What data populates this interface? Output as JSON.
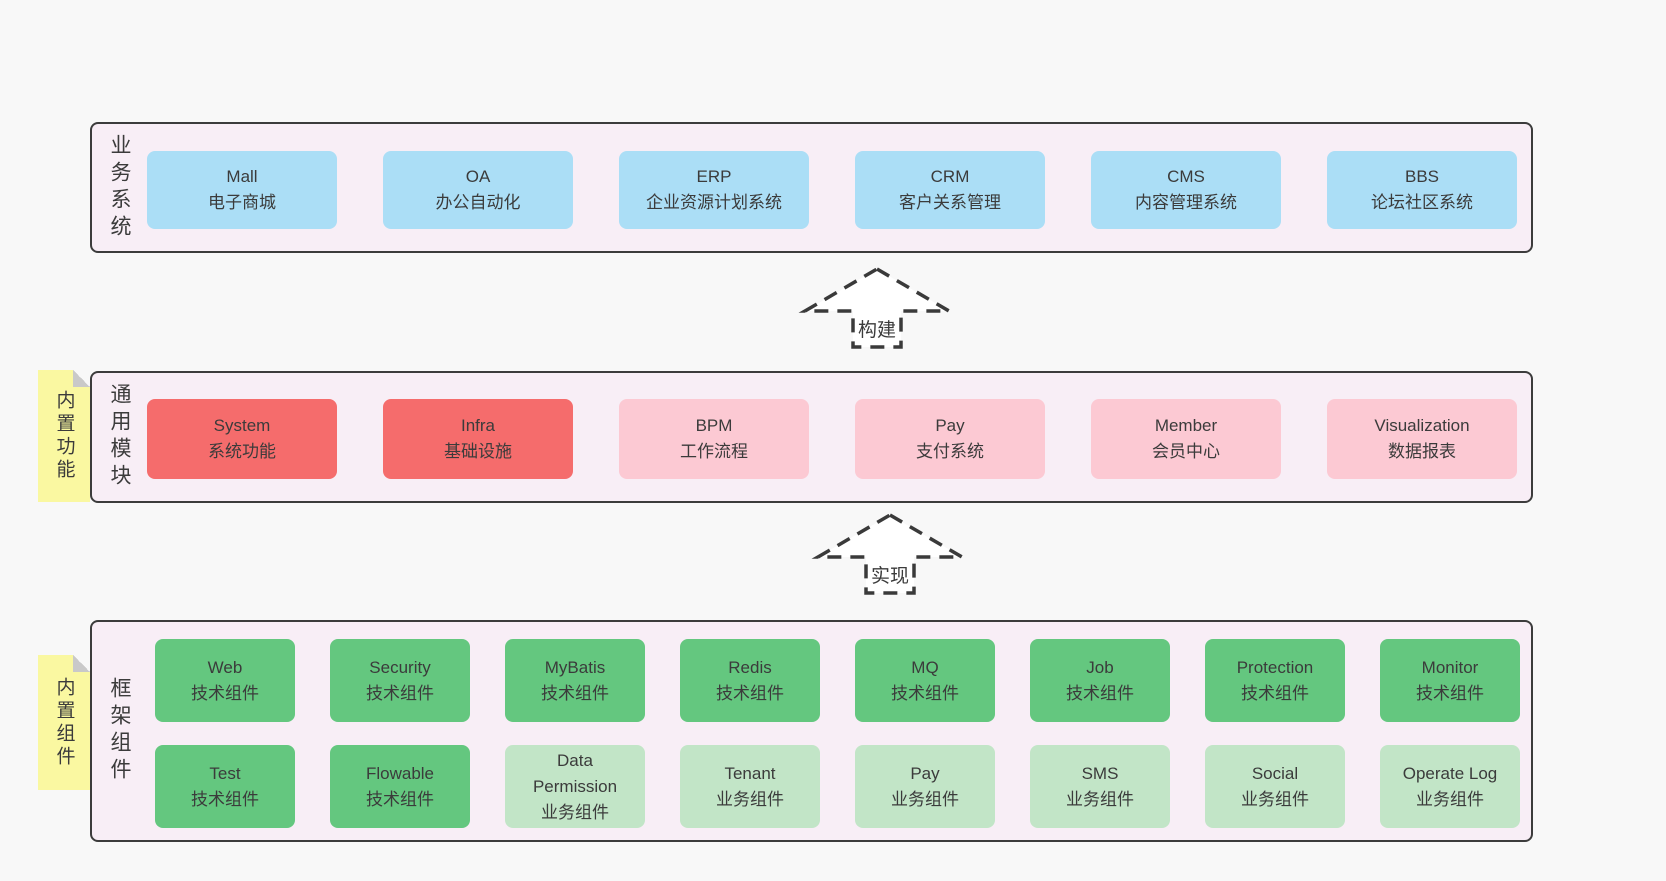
{
  "colors": {
    "page_bg": "#f8f8f8",
    "layer_bg": "#f8eef6",
    "layer_border": "#3c3c3c",
    "blue": "#abdef6",
    "red": "#f56c6c",
    "pink": "#fcc9d3",
    "green": "#64c77f",
    "light_green": "#c2e5c7",
    "sticky_yellow": "#faf8a1",
    "sticky_fold": "#c9c9c9",
    "text": "#3b3b3b"
  },
  "arrows": [
    {
      "label": "构建"
    },
    {
      "label": "实现"
    }
  ],
  "layers": {
    "business": {
      "label": "业务系统",
      "boxes": [
        {
          "lines": [
            "Mall",
            "电子商城"
          ],
          "color": "blue"
        },
        {
          "lines": [
            "OA",
            "办公自动化"
          ],
          "color": "blue"
        },
        {
          "lines": [
            "ERP",
            "企业资源计划系统"
          ],
          "color": "blue"
        },
        {
          "lines": [
            "CRM",
            "客户关系管理"
          ],
          "color": "blue"
        },
        {
          "lines": [
            "CMS",
            "内容管理系统"
          ],
          "color": "blue"
        },
        {
          "lines": [
            "BBS",
            "论坛社区系统"
          ],
          "color": "blue"
        }
      ]
    },
    "modules": {
      "label": "通用模块",
      "sticky": "内置功能",
      "boxes": [
        {
          "lines": [
            "System",
            "系统功能"
          ],
          "color": "red"
        },
        {
          "lines": [
            "Infra",
            "基础设施"
          ],
          "color": "red"
        },
        {
          "lines": [
            "BPM",
            "工作流程"
          ],
          "color": "pink"
        },
        {
          "lines": [
            "Pay",
            "支付系统"
          ],
          "color": "pink"
        },
        {
          "lines": [
            "Member",
            "会员中心"
          ],
          "color": "pink"
        },
        {
          "lines": [
            "Visualization",
            "数据报表"
          ],
          "color": "pink"
        }
      ]
    },
    "framework": {
      "label": "框架组件",
      "sticky": "内置组件",
      "rows": [
        [
          {
            "lines": [
              "Web",
              "技术组件"
            ],
            "color": "green"
          },
          {
            "lines": [
              "Security",
              "技术组件"
            ],
            "color": "green"
          },
          {
            "lines": [
              "MyBatis",
              "技术组件"
            ],
            "color": "green"
          },
          {
            "lines": [
              "Redis",
              "技术组件"
            ],
            "color": "green"
          },
          {
            "lines": [
              "MQ",
              "技术组件"
            ],
            "color": "green"
          },
          {
            "lines": [
              "Job",
              "技术组件"
            ],
            "color": "green"
          },
          {
            "lines": [
              "Protection",
              "技术组件"
            ],
            "color": "green"
          },
          {
            "lines": [
              "Monitor",
              "技术组件"
            ],
            "color": "green"
          }
        ],
        [
          {
            "lines": [
              "Test",
              "技术组件"
            ],
            "color": "green"
          },
          {
            "lines": [
              "Flowable",
              "技术组件"
            ],
            "color": "green"
          },
          {
            "lines": [
              "Data",
              "Permission",
              "业务组件"
            ],
            "color": "light_green"
          },
          {
            "lines": [
              "Tenant",
              "业务组件"
            ],
            "color": "light_green"
          },
          {
            "lines": [
              "Pay",
              "业务组件"
            ],
            "color": "light_green"
          },
          {
            "lines": [
              "SMS",
              "业务组件"
            ],
            "color": "light_green"
          },
          {
            "lines": [
              "Social",
              "业务组件"
            ],
            "color": "light_green"
          },
          {
            "lines": [
              "Operate Log",
              "业务组件"
            ],
            "color": "light_green"
          }
        ]
      ]
    }
  }
}
